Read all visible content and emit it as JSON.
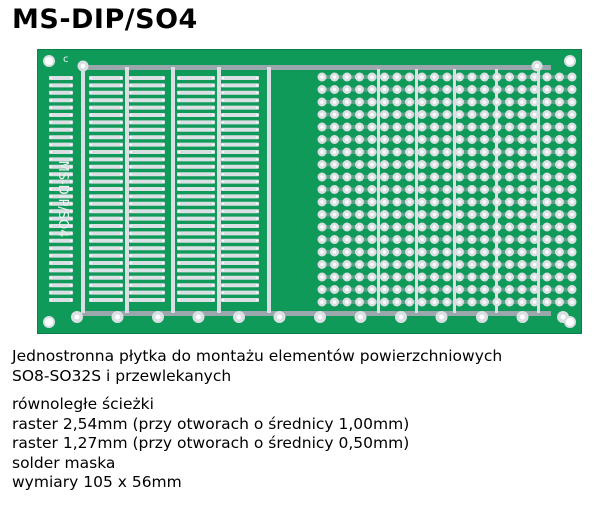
{
  "title": "MS-DIP/SO4",
  "board": {
    "silkscreen_text": "MS-DIP/SO4",
    "corner_mark": "c",
    "colors": {
      "board": "#0f9a5a",
      "board_edge": "#0b8049",
      "copper": "#d9dfe2",
      "copper_shade": "#9aa7ad",
      "hole": "#ffffff",
      "silk": "#e8f2ee"
    }
  },
  "description": {
    "line1": "Jednostronna płytka do montażu elementów powierzchniowych",
    "line2": "SO8-SO32S i przewlekanych",
    "spec1": "równoległe ścieżki",
    "spec2": "raster 2,54mm (przy otworach o średnicy 1,00mm)",
    "spec3": "raster 1,27mm (przy otworach o średnicy 0,50mm)",
    "spec4": "solder maska",
    "spec5": "wymiary 105 x 56mm"
  }
}
